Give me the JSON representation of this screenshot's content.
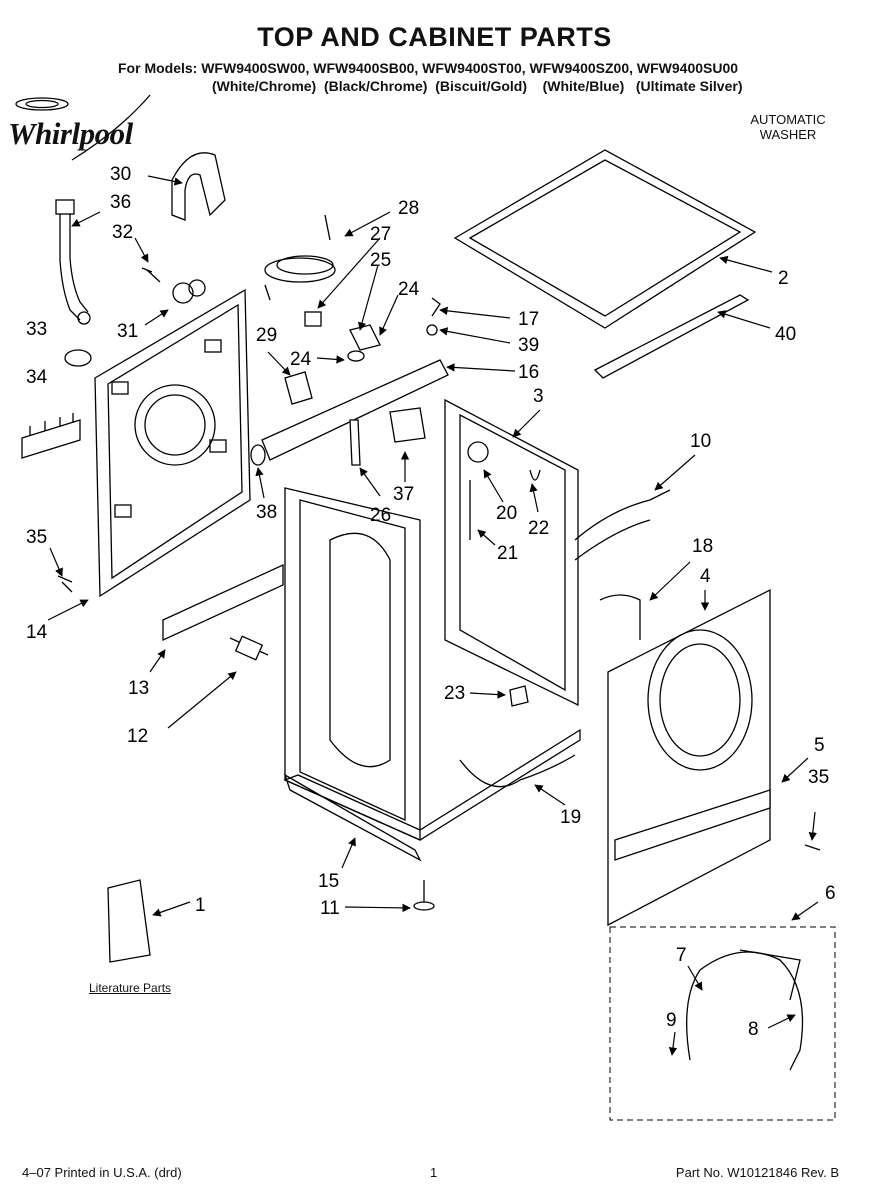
{
  "header": {
    "title": "TOP AND CABINET PARTS",
    "models_line": "For Models: WFW9400SW00, WFW9400SB00, WFW9400ST00, WFW9400SZ00, WFW9400SU00",
    "colors_line": "(White/Chrome)  (Black/Chrome)  (Biscuit/Gold)    (White/Blue)   (Ultimate Silver)",
    "brand": "Whirlpool",
    "product_line1": "AUTOMATIC",
    "product_line2": "WASHER"
  },
  "literature_label": "Literature Parts",
  "callouts": {
    "c1": "1",
    "c2": "2",
    "c3": "3",
    "c4": "4",
    "c5": "5",
    "c6": "6",
    "c7": "7",
    "c8": "8",
    "c9": "9",
    "c10": "10",
    "c11": "11",
    "c12": "12",
    "c13": "13",
    "c14": "14",
    "c15": "15",
    "c16": "16",
    "c17": "17",
    "c18": "18",
    "c19": "19",
    "c20": "20",
    "c21": "21",
    "c22": "22",
    "c23": "23",
    "c24a": "24",
    "c24b": "24",
    "c25": "25",
    "c26": "26",
    "c27": "27",
    "c28": "28",
    "c29": "29",
    "c30": "30",
    "c31": "31",
    "c32": "32",
    "c33": "33",
    "c34": "34",
    "c35a": "35",
    "c35b": "35",
    "c36": "36",
    "c37": "37",
    "c38": "38",
    "c39": "39",
    "c40": "40"
  },
  "footer": {
    "left": "4–07 Printed in U.S.A. (drd)",
    "center": "1",
    "right": "Part No. W10121846 Rev. B"
  }
}
